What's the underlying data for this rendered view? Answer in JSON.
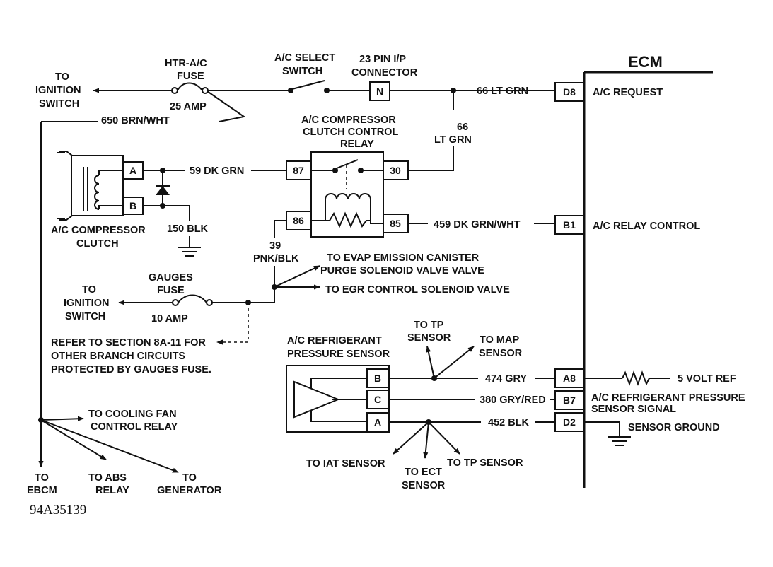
{
  "figure_id": "94A35139",
  "ecm": {
    "title": "ECM",
    "terminals": [
      {
        "pin": "D8",
        "label": "A/C REQUEST"
      },
      {
        "pin": "B1",
        "label": "A/C RELAY CONTROL"
      },
      {
        "pin": "A8",
        "label": "5 VOLT REF"
      },
      {
        "pin": "B7",
        "label_lines": [
          "A/C REFRIGERANT PRESSURE",
          "SENSOR SIGNAL"
        ]
      },
      {
        "pin": "D2",
        "label": "SENSOR GROUND"
      }
    ]
  },
  "fuses": {
    "htr_ac": {
      "label_lines": [
        "HTR-A/C",
        "FUSE"
      ],
      "rating": "25 AMP"
    },
    "gauges": {
      "label_lines": [
        "GAUGES",
        "FUSE"
      ],
      "rating": "10 AMP"
    }
  },
  "switch": {
    "label_lines": [
      "A/C SELECT",
      "SWITCH"
    ]
  },
  "connector": {
    "label_lines": [
      "23 PIN I/P",
      "CONNECTOR"
    ],
    "pin": "N"
  },
  "relay": {
    "label_lines": [
      "A/C COMPRESSOR",
      "CLUTCH CONTROL",
      "RELAY"
    ],
    "pins": {
      "p87": "87",
      "p86": "86",
      "p30": "30",
      "p85": "85"
    }
  },
  "clutch": {
    "label_lines": [
      "A/C COMPRESSOR",
      "CLUTCH"
    ],
    "pins": {
      "a": "A",
      "b": "B"
    }
  },
  "pressure_sensor": {
    "label_lines": [
      "A/C REFRIGERANT",
      "PRESSURE SENSOR"
    ],
    "pins": {
      "b": "B",
      "c": "C",
      "a": "A"
    }
  },
  "wires": {
    "w66_a": "66 LT GRN",
    "w66_b": [
      "66",
      "LT GRN"
    ],
    "w650": "650 BRN/WHT",
    "w59": "59 DK GRN",
    "w150": "150 BLK",
    "w459": "459 DK GRN/WHT",
    "w39": [
      "39",
      "PNK/BLK"
    ],
    "w474": "474 GRY",
    "w380": "380 GRY/RED",
    "w452": "452 BLK"
  },
  "destinations": {
    "ignition_1": [
      "TO",
      "IGNITION",
      "SWITCH"
    ],
    "ignition_2": [
      "TO",
      "IGNITION",
      "SWITCH"
    ],
    "evap": [
      "TO EVAP EMISSION CANISTER",
      "PURGE SOLENOID VALVE VALVE"
    ],
    "egr": "TO EGR CONTROL SOLENOID VALVE",
    "refer": [
      "REFER TO SECTION 8A-11 FOR",
      "OTHER BRANCH CIRCUITS",
      "PROTECTED BY GAUGES FUSE."
    ],
    "cooling_fan": [
      "TO COOLING FAN",
      "CONTROL RELAY"
    ],
    "ebcm": [
      "TO",
      "EBCM"
    ],
    "abs": [
      "TO ABS",
      "RELAY"
    ],
    "generator": [
      "TO",
      "GENERATOR"
    ],
    "tp_top": [
      "TO TP",
      "SENSOR"
    ],
    "map": [
      "TO MAP",
      "SENSOR"
    ],
    "iat": "TO IAT SENSOR",
    "ect": [
      "TO ECT",
      "SENSOR"
    ],
    "tp_bottom": "TO TP SENSOR"
  }
}
